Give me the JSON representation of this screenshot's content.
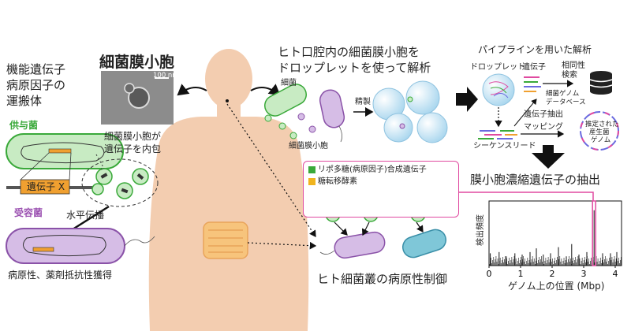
{
  "title_main": "細菌膜小胞",
  "left_caption": [
    "機能遺伝子",
    "病原因子の",
    "運搬体"
  ],
  "scale_bar": "100 nm",
  "donor_label": "供与菌",
  "recipient_label": "受容菌",
  "vesicle_contains": [
    "細菌膜小胞が",
    "遺伝子を内包"
  ],
  "gene_label": "遺伝子 X",
  "hgt_label": "水平伝播",
  "outcome_label": "病原性、薬剤抵抗性獲得",
  "oral_title": [
    "ヒト口腔内の細菌膜小胞を",
    "ドロップレットを使って解析"
  ],
  "bacteria_label": "細菌",
  "vesicle_label": "細菌膜小胞",
  "purify_label": "精製",
  "pipeline_title": "パイプラインを用いた解析",
  "droplet_label": "ドロップレット",
  "gene_word": "遺伝子",
  "homology_label": [
    "相同性",
    "検索"
  ],
  "db_label": [
    "細菌ゲノム",
    "データベース"
  ],
  "gene_extract_label": "遺伝子抽出",
  "mapping_label": "マッピング",
  "sequence_reads_label": "シーケンスリード",
  "estimated_genome_label": [
    "推定された",
    "産生菌",
    "ゲノム"
  ],
  "extraction_title": "膜小胞濃縮遺伝子の抽出",
  "legend": [
    {
      "label": "リポ多糖(病原因子)合成遺伝子",
      "color": "#3aa93a"
    },
    {
      "label": "糖転移酵素",
      "color": "#f0b41e"
    }
  ],
  "pathogenicity_label": "ヒト細菌叢の病原性制御",
  "chart_data": {
    "type": "bar",
    "xlabel": "ゲノム上の位置 (Mbp)",
    "ylabel": "検出頻度",
    "xlim": [
      0,
      4.2
    ],
    "x_ticks": [
      "0",
      "1",
      "2",
      "3",
      "4"
    ],
    "highlight_x_range": [
      3.28,
      3.38
    ],
    "highlight_color": "#e04aa0",
    "bar_color": "#111111",
    "peak_positions": [
      0.04,
      0.32,
      0.55,
      0.82,
      1.05,
      1.3,
      1.5,
      1.72,
      1.95,
      2.2,
      2.45,
      2.62,
      2.85,
      3.1,
      3.33,
      3.6,
      3.85,
      4.05
    ],
    "peak_heights": [
      0.2,
      0.22,
      0.15,
      0.2,
      0.18,
      0.22,
      0.28,
      0.18,
      0.2,
      0.3,
      0.15,
      0.35,
      0.18,
      0.22,
      0.9,
      0.2,
      0.2,
      0.22
    ]
  },
  "colors": {
    "skin": "#f3cdb0",
    "donor_fill": "#c8ebc3",
    "donor_stroke": "#3aa93a",
    "recipient_fill": "#d6bde6",
    "recipient_stroke": "#8a52a8",
    "gene_orange": "#f0a030",
    "highlight": "#e04aa0"
  }
}
